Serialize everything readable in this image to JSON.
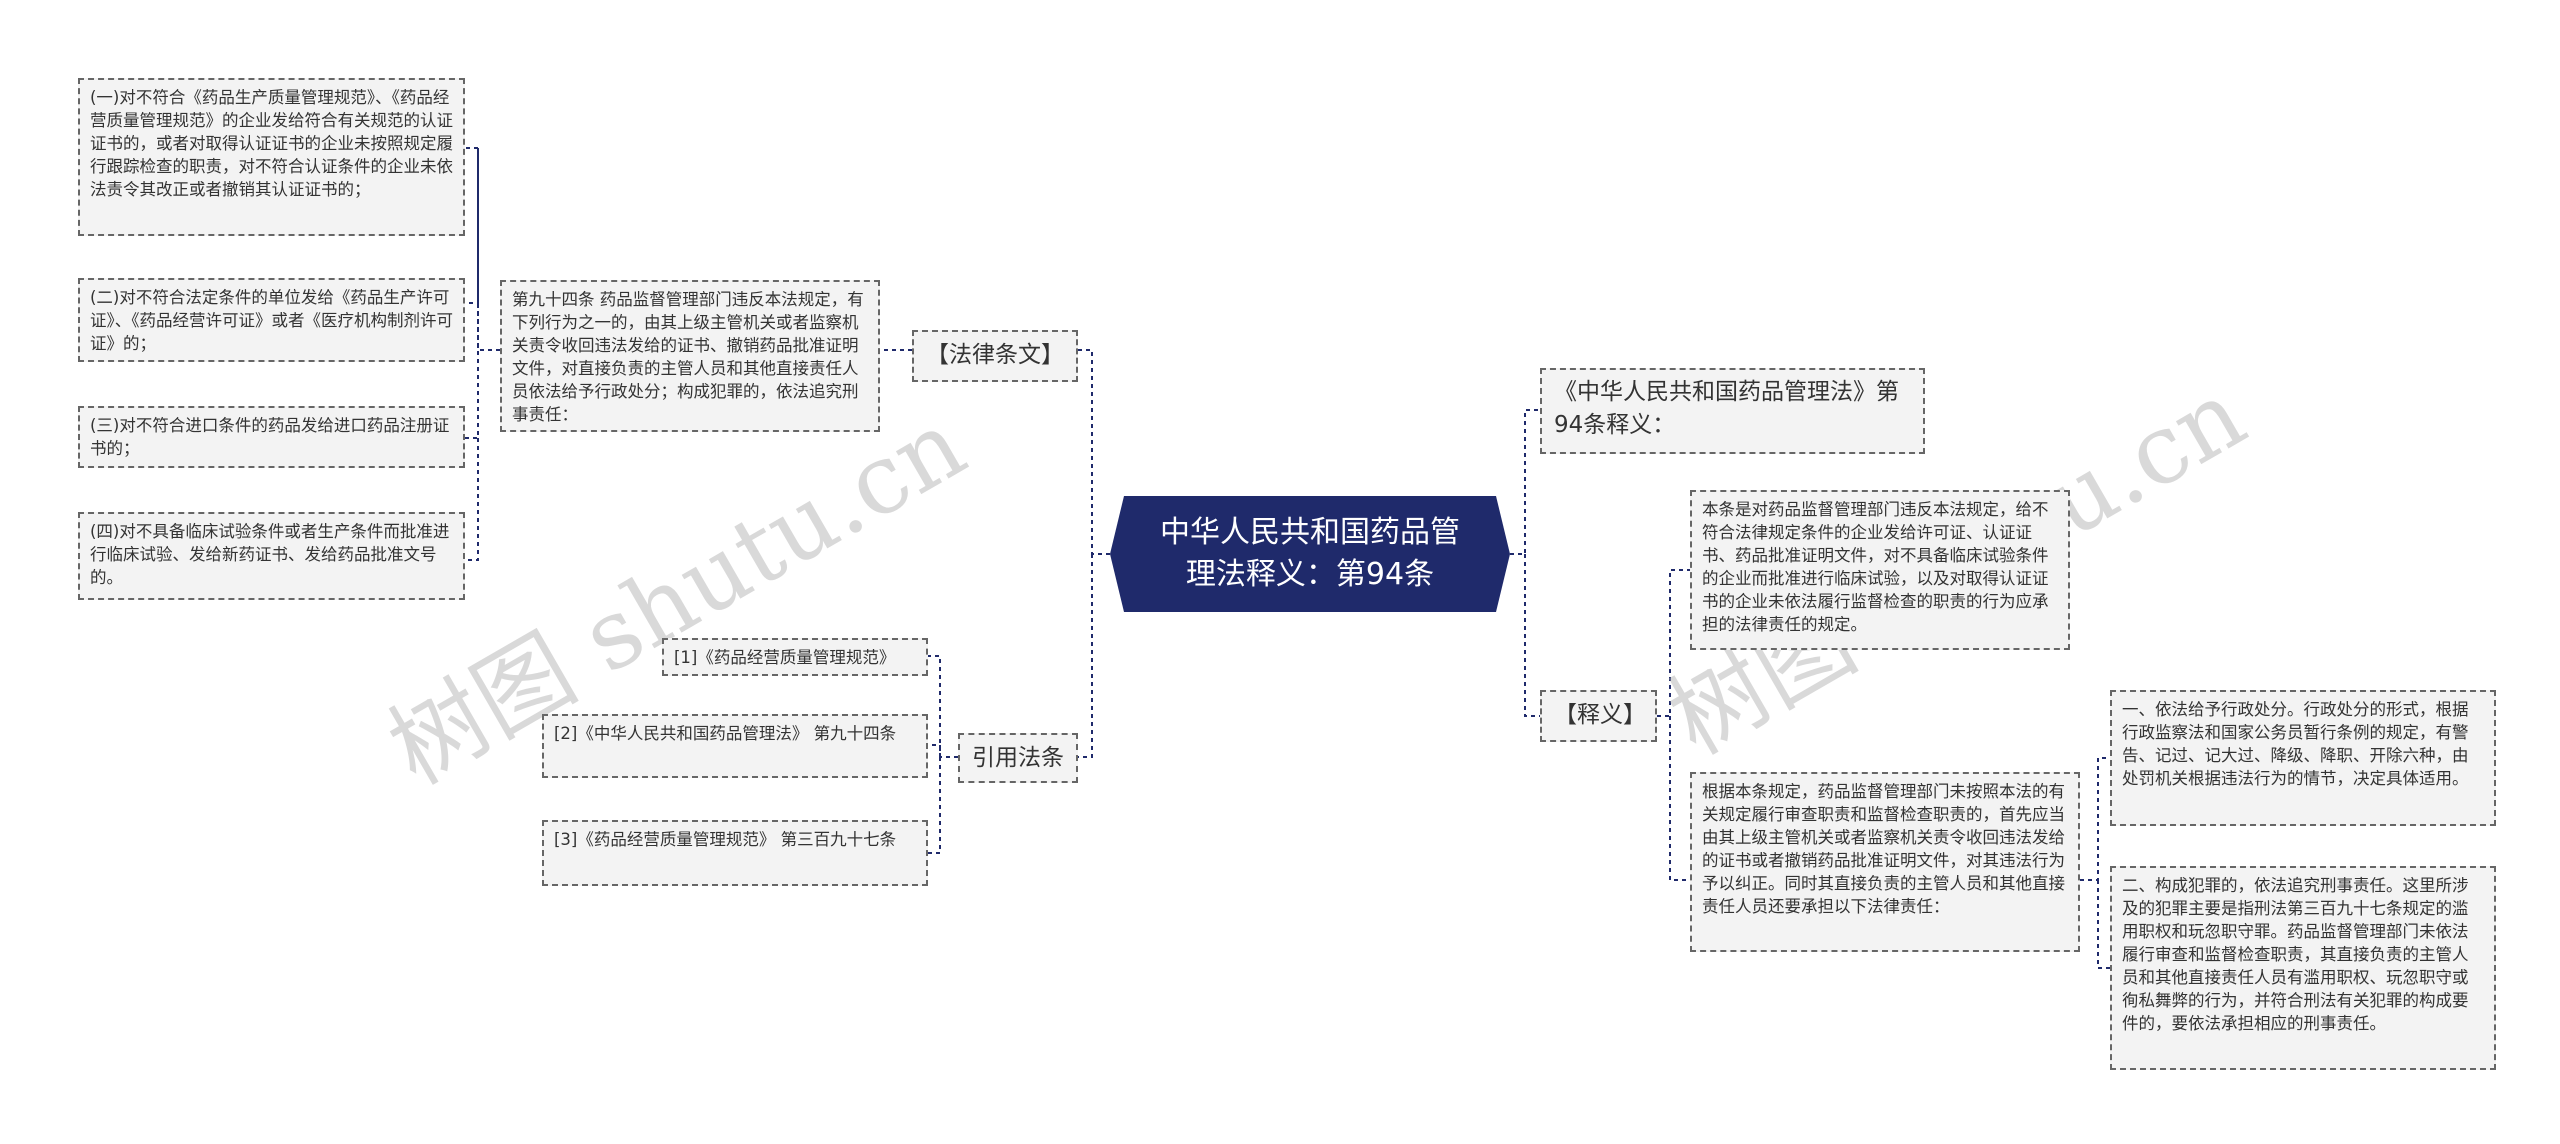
{
  "root": {
    "title": "中华人民共和国药品管理法释义：第94条"
  },
  "left": {
    "law_branch": {
      "label": "【法律条文】",
      "article": "第九十四条 药品监督管理部门违反本法规定，有下列行为之一的，由其上级主管机关或者监察机关责令收回违法发给的证书、撤销药品批准证明文件，对直接负责的主管人员和其他直接责任人员依法给予行政处分；构成犯罪的，依法追究刑事责任：",
      "items": [
        "(一)对不符合《药品生产质量管理规范》、《药品经营质量管理规范》的企业发给符合有关规范的认证证书的，或者对取得认证证书的企业未按照规定履行跟踪检查的职责，对不符合认证条件的企业未依法责令其改正或者撤销其认证证书的；",
        "(二)对不符合法定条件的单位发给《药品生产许可证》、《药品经营许可证》或者《医疗机构制剂许可证》的；",
        "(三)对不符合进口条件的药品发给进口药品注册证书的；",
        "(四)对不具备临床试验条件或者生产条件而批准进行临床试验、发给新药证书、发给药品批准文号的。"
      ]
    },
    "citation_branch": {
      "label": "引用法条",
      "items": [
        "[1]《药品经营质量管理规范》",
        "[2]《中华人民共和国药品管理法》 第九十四条",
        "[3]《药品经营质量管理规范》 第三百九十七条"
      ]
    }
  },
  "right": {
    "heading": "《中华人民共和国药品管理法》第94条释义：",
    "interpretation_branch": {
      "label": "【释义】",
      "summary": "本条是对药品监督管理部门违反本法规定，给不符合法律规定条件的企业发给许可证、认证证书、药品批准证明文件，对不具备临床试验条件的企业而批准进行临床试验，以及对取得认证证书的企业未依法履行监督检查的职责的行为应承担的法律责任的规定。",
      "detail": "根据本条规定，药品监督管理部门未按照本法的有关规定履行审查职责和监督检查职责的，首先应当由其上级主管机关或者监察机关责令收回违法发给的证书或者撤销药品批准证明文件，对其违法行为予以纠正。同时其直接负责的主管人员和其他直接责任人员还要承担以下法律责任：",
      "sub_items": [
        "一、依法给予行政处分。行政处分的形式，根据行政监察法和国家公务员暂行条例的规定，有警告、记过、记大过、降级、降职、开除六种，由处罚机关根据违法行为的情节，决定具体适用。",
        "二、构成犯罪的，依法追究刑事责任。这里所涉及的犯罪主要是指刑法第三百九十七条规定的滥用职权和玩忽职守罪。药品监督管理部门未依法履行审查和监督检查职责，其直接负责的主管人员和其他直接责任人员有滥用职权、玩忽职守或徇私舞弊的行为，并符合刑法有关犯罪的构成要件的，要依法承担相应的刑事责任。"
      ]
    }
  },
  "watermark": {
    "left": "树图 shutu.cn",
    "right": "树图 shutu.cn"
  },
  "colors": {
    "root_fill": "#1f2a6b",
    "edge": "#1f2a6b",
    "node_border": "#666666",
    "node_fill": "#f3f3f3"
  }
}
